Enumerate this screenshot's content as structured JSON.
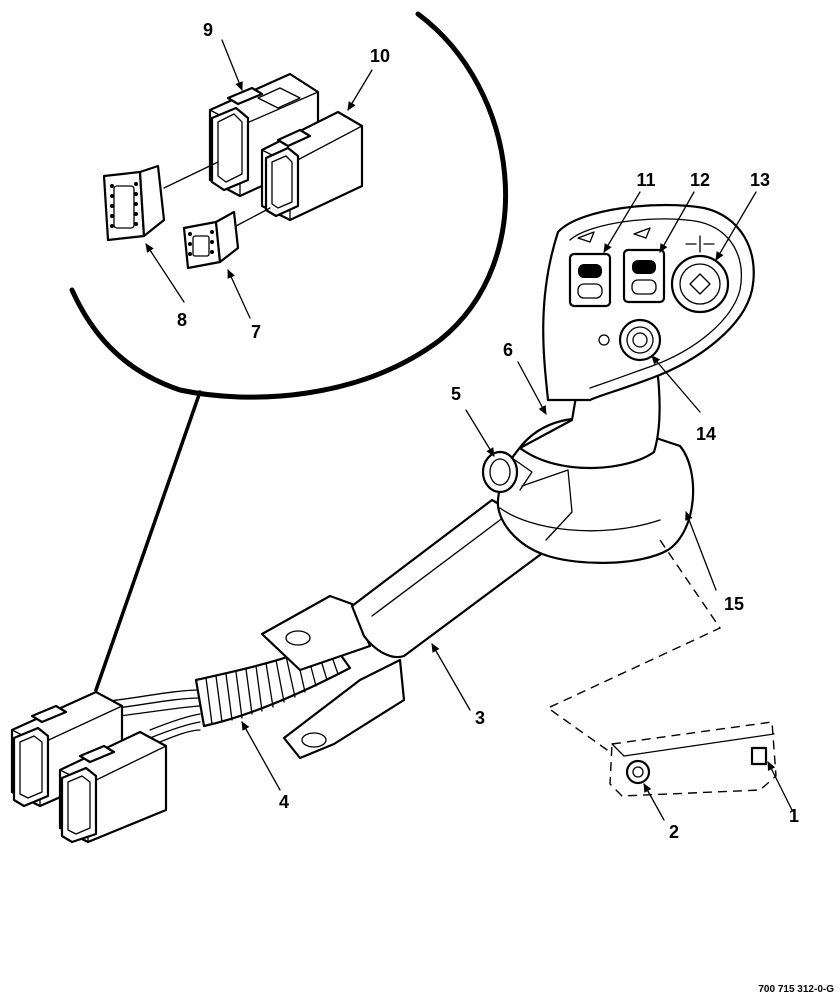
{
  "figure_code": "700 715 312-0-G",
  "callouts": [
    {
      "id": "c1",
      "label": "1"
    },
    {
      "id": "c2",
      "label": "2"
    },
    {
      "id": "c3",
      "label": "3"
    },
    {
      "id": "c4",
      "label": "4"
    },
    {
      "id": "c5",
      "label": "5"
    },
    {
      "id": "c6",
      "label": "6"
    },
    {
      "id": "c7",
      "label": "7"
    },
    {
      "id": "c8",
      "label": "8"
    },
    {
      "id": "c9",
      "label": "9"
    },
    {
      "id": "c10",
      "label": "10"
    },
    {
      "id": "c11",
      "label": "11"
    },
    {
      "id": "c12",
      "label": "12"
    },
    {
      "id": "c13",
      "label": "13"
    },
    {
      "id": "c14",
      "label": "14"
    },
    {
      "id": "c15",
      "label": "15"
    }
  ]
}
